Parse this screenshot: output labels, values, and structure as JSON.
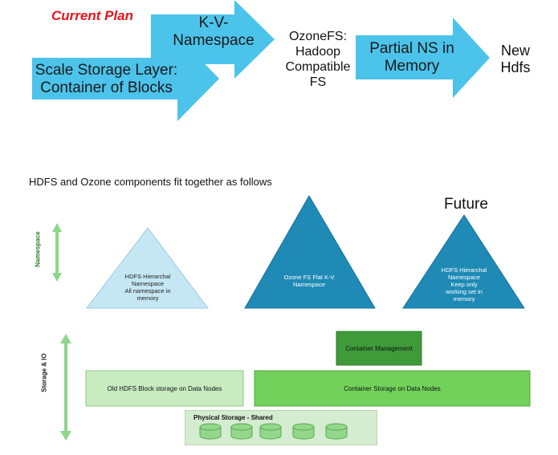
{
  "plan": {
    "title": "Current Plan",
    "steps": [
      {
        "label_line1": "Scale Storage Layer:",
        "label_line2": "Container of Blocks"
      },
      {
        "label_line1": "K-V-",
        "label_line2": "Namespace"
      },
      {
        "label_lines": [
          "OzoneFS:",
          "Hadoop",
          "Compatible",
          "FS"
        ]
      },
      {
        "label_line1": "Partial NS in",
        "label_line2": "Memory"
      },
      {
        "label_line1": "New",
        "label_line2": "Hdfs"
      }
    ]
  },
  "components": {
    "heading": "HDFS and Ozone components fit together as follows",
    "future_label": "Future",
    "namespace_axis_label": "Namespace",
    "storage_axis_label": "Storage & IO",
    "triangles": [
      {
        "lines": [
          "HDFS Hierarchal",
          "Namespace",
          "All namespace in",
          "memory"
        ]
      },
      {
        "lines": [
          "Ozone FS Flat  K-V",
          "Namespace"
        ]
      },
      {
        "lines": [
          "HDFS Hierarchal",
          "Namespace",
          "Keep only",
          "working set in",
          "memory"
        ]
      }
    ],
    "container_management": "Container Management",
    "old_block_storage": "Old HDFS Block storage on Data Nodes",
    "container_storage": "Container Storage on Data Nodes",
    "physical_storage": "Physical Storage - Shared"
  },
  "colors": {
    "arrow_fill": "#4cc3ea",
    "plan_title": "#e8141b",
    "triangle_light": "#c5e6f3",
    "triangle_dark": "#1f8ab5",
    "green_dark": "#3f9b3a",
    "green_mid": "#72d15a",
    "green_light": "#c8ebc0",
    "axis_arrow": "#8fd58a"
  },
  "icons": [
    "disk-cylinder-icon",
    "double-headed-arrow-icon"
  ]
}
